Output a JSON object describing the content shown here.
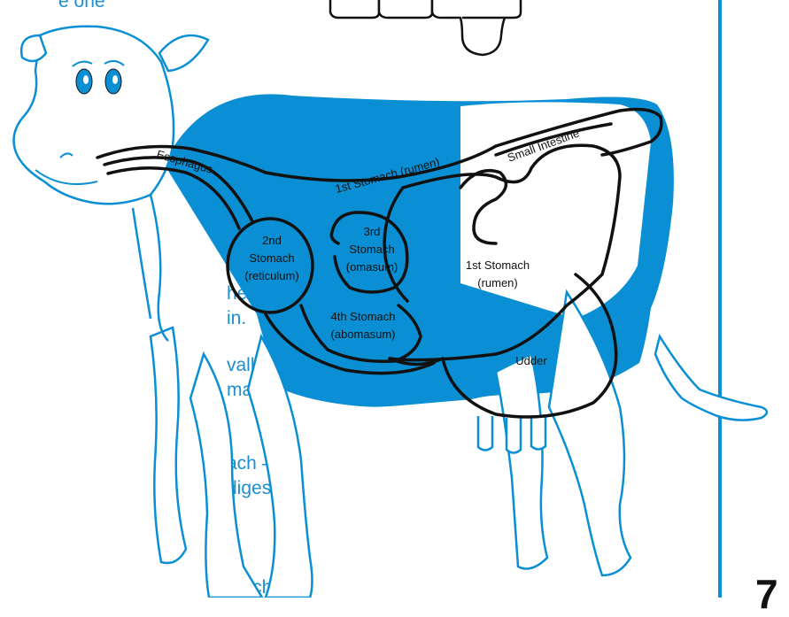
{
  "colors": {
    "cow_blue": "#0a8fd4",
    "outline": "#111111",
    "text_blue": "#1b8fd0",
    "background": "#ffffff"
  },
  "side_text": {
    "line_top": "e one",
    "line_1": "hes up a",
    "line_2": "in.",
    "line_3": "vallows it,",
    "line_4": "masum.",
    "line_5": "ach –",
    "line_6": "digestion",
    "line_7": "machs?"
  },
  "diagram_labels": {
    "esophagus": "Esophagus",
    "rumen_path": "1st Stomach (rumen)",
    "small_intestine": "Small Intestine",
    "reticulum": [
      "2nd",
      "Stomach",
      "(reticulum)"
    ],
    "omasum": [
      "3rd",
      "Stomach",
      "(omasum)"
    ],
    "rumen": [
      "1st Stomach",
      "(rumen)"
    ],
    "abomasum": [
      "4th Stomach",
      "(abomasum)"
    ],
    "udder": "Udder"
  },
  "page_number": "7",
  "icons": {
    "cow": "cow-illustration-icon",
    "top_object": "cup-outline-icon"
  }
}
